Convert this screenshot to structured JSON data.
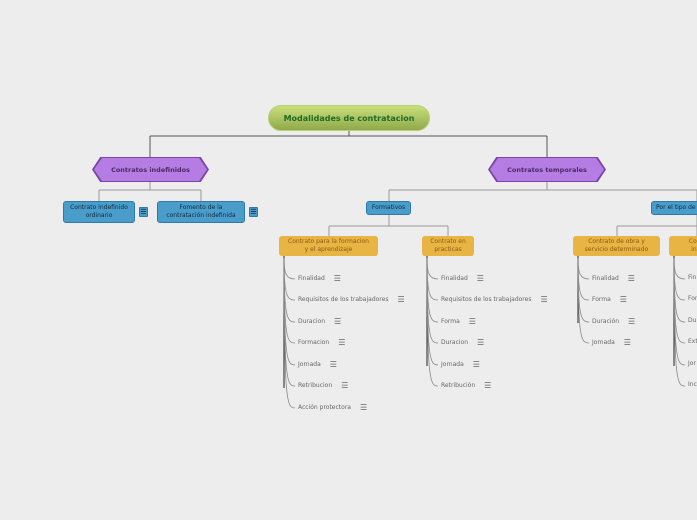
{
  "root": {
    "label": "Modalidades de contratacion"
  },
  "indefinidos": {
    "label": "Contratos indefinidos",
    "children": [
      {
        "line1": "Contrato indefinido",
        "line2": "ordinario"
      },
      {
        "line1": "Fomento de la",
        "line2": "contratación indefinida"
      }
    ]
  },
  "temporales": {
    "label": "Contratos temporales",
    "formativos": "Formativos",
    "tipo": "Por el tipo de"
  },
  "columns": [
    {
      "line1": "Contrato para la formacion",
      "line2": "y el aprendizaje",
      "items": [
        "Finalidad",
        "Requisitos de los trabajadores",
        "Duracion",
        "Formacion",
        "Jornada",
        "Retribucion",
        "Acción protectora"
      ]
    },
    {
      "line1": "Contrato en",
      "line2": "practicas",
      "items": [
        "Finalidad",
        "Requisitos de los trabajadores",
        "Forma",
        "Duracion",
        "Jornada",
        "Retribución"
      ]
    },
    {
      "line1": "Contrato de obra y",
      "line2": "servicio determinado",
      "items": [
        "Finalidad",
        "Forma",
        "Duración",
        "Jornada"
      ]
    },
    {
      "line1": "Contra",
      "line2": "interi",
      "items": [
        "Fin",
        "For",
        "Du",
        "Ext",
        "Jor",
        "Inc"
      ]
    }
  ],
  "note_icon": "notes-icon",
  "colors": {
    "root": "#a9c25f",
    "hex": "#b57ce3",
    "blue": "#4a9ccb",
    "orange": "#e8b444"
  }
}
